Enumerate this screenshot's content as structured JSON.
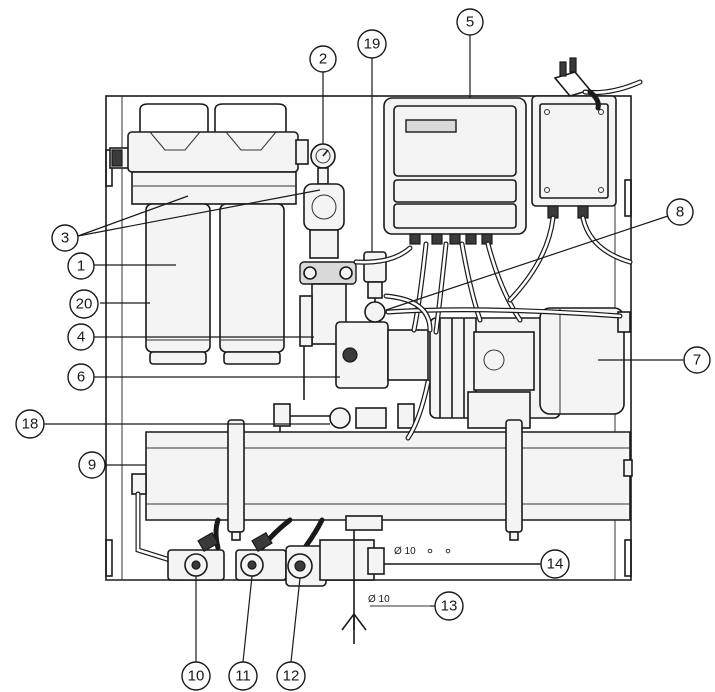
{
  "callouts": {
    "c1": "1",
    "c2": "2",
    "c3": "3",
    "c4": "4",
    "c5": "5",
    "c6": "6",
    "c7": "7",
    "c8": "8",
    "c9": "9",
    "c10": "10",
    "c11": "11",
    "c12": "12",
    "c13": "13",
    "c14": "14",
    "c18": "18",
    "c19": "19",
    "c20": "20"
  },
  "dimensions": {
    "pipe14": "Ø 10",
    "pipe13": "Ø 10"
  }
}
